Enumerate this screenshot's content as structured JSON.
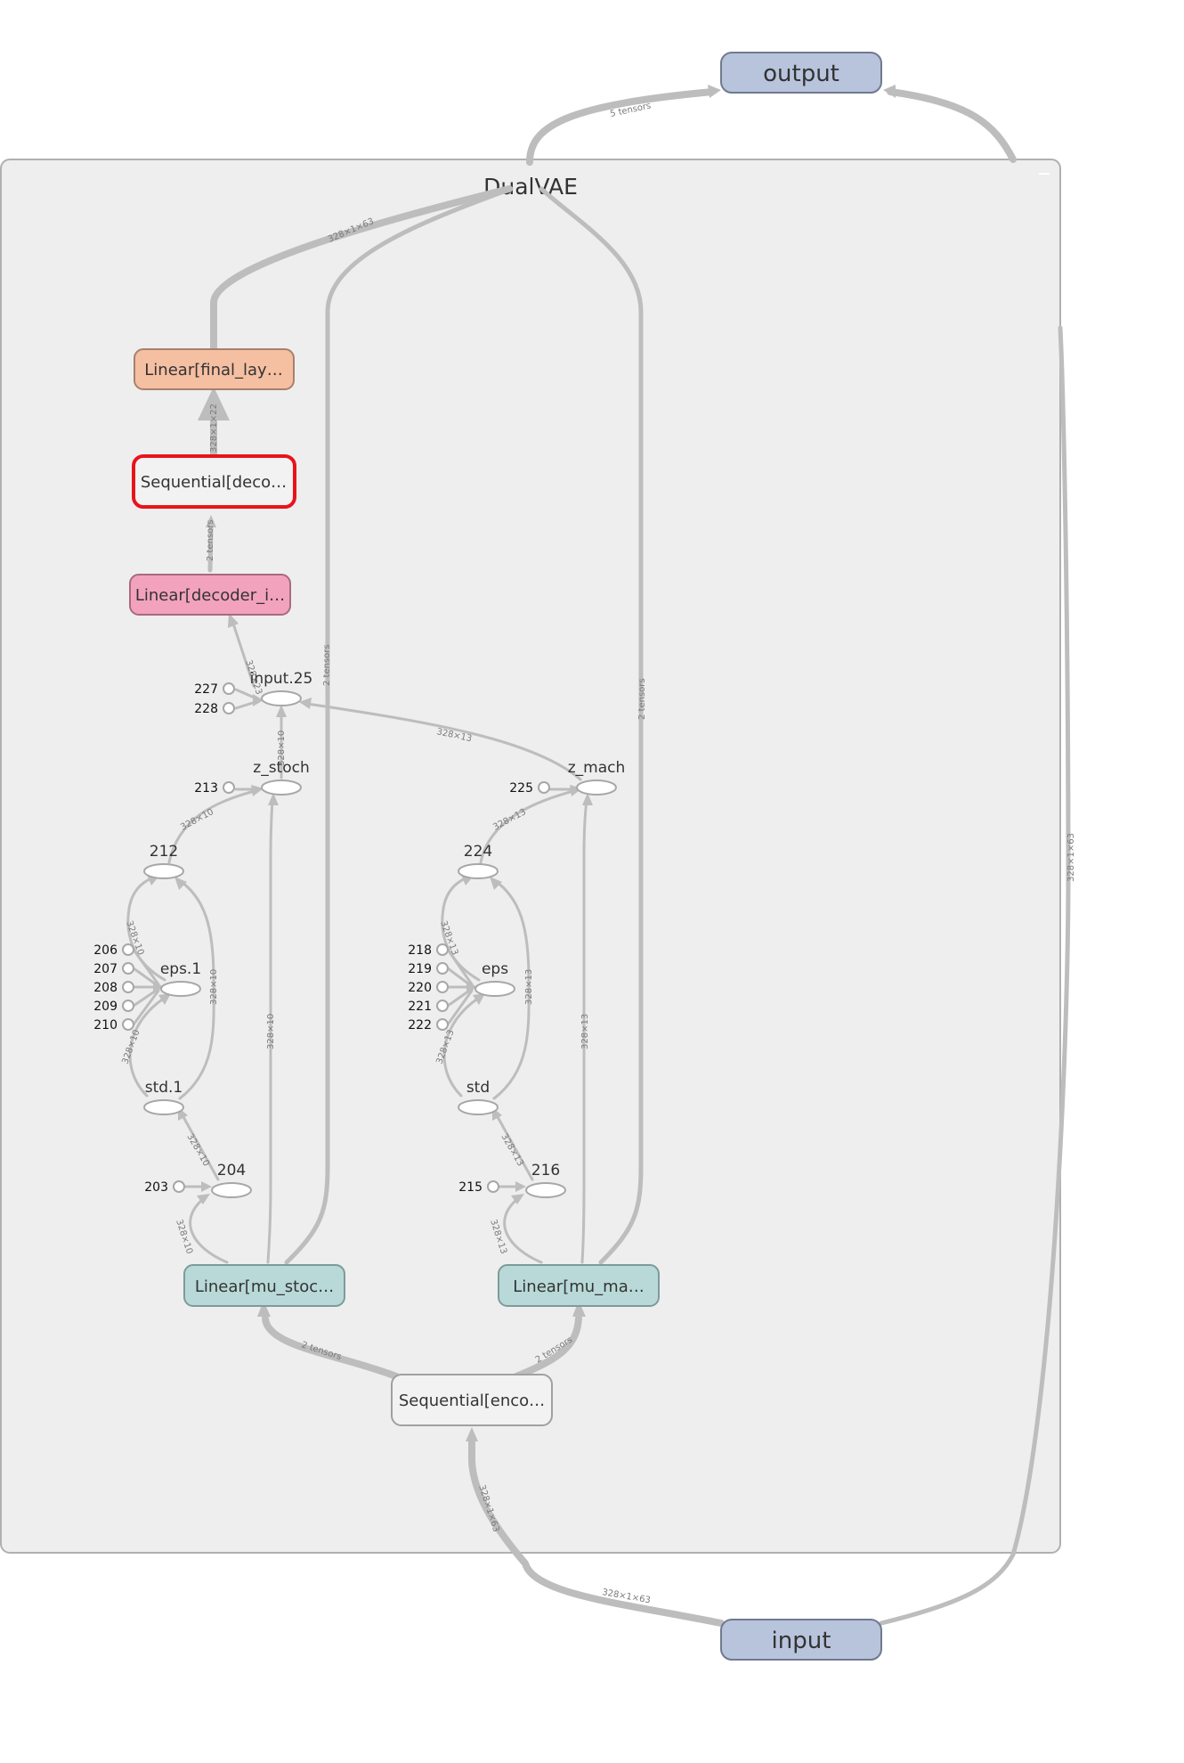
{
  "colors": {
    "io_node": "#b8c3dc",
    "final_layer": "#f5bfa2",
    "decoder_input": "#f3a2be",
    "encoder_linear": "#b8d9d8",
    "plain_module": "#f2f2f2",
    "selected_outline": "#e8141b",
    "group_bg": "#eeeeee",
    "edge": "#bdbdbd"
  },
  "graph": {
    "group_title": "DualVAE",
    "output_node": "output",
    "input_node": "input",
    "modules": {
      "final_layer": "Linear[final_lay…",
      "decoder": "Sequential[deco…",
      "decoder_input": "Linear[decoder_i…",
      "mu_stoch": "Linear[mu_stoc…",
      "mu_mach": "Linear[mu_ma…",
      "encoder": "Sequential[enco…"
    },
    "ops": {
      "input25": "input.25",
      "z_stoch": "z_stoch",
      "z_mach": "z_mach",
      "n212": "212",
      "n224": "224",
      "eps1": "eps.1",
      "eps": "eps",
      "std1": "std.1",
      "std": "std",
      "n204": "204",
      "n216": "216"
    },
    "constants": {
      "c227": "227",
      "c228": "228",
      "c213": "213",
      "c225": "225",
      "c206": "206",
      "c207": "207",
      "c208": "208",
      "c209": "209",
      "c210": "210",
      "c218": "218",
      "c219": "219",
      "c220": "220",
      "c221": "221",
      "c222": "222",
      "c203": "203",
      "c215": "215"
    },
    "edge_labels": {
      "to_output": "5 tensors",
      "final_to_out": "328×1×63",
      "decoder_to_final": "328×1×22",
      "decin_to_decoder": "2 tensors",
      "input25_to_decin": "328×23",
      "stoch_passthrough": "2 tensors",
      "mach_passthrough": "2 tensors",
      "zmach_to_input25": "328×13",
      "zstoch_to_input25": "328×10",
      "n212_to_zstoch": "328×10",
      "n224_to_zmach": "328×13",
      "right_bypass": "328×1×63",
      "eps1_to_212": "328×10",
      "std1_to_212": "328×10",
      "std1_to_eps1": "328×10",
      "eps_to_224": "328×13",
      "std_to_224": "328×13",
      "std_to_eps": "328×13",
      "n204_to_std1": "328×10",
      "n216_to_std": "328×13",
      "mustoch_to_zstoch": "328×10",
      "mumach_to_zmach": "328×13",
      "mustoch_to_204": "328×10",
      "mumach_to_216": "328×13",
      "enc_to_mustoch": "2 tensors",
      "enc_to_mumach": "2 tensors",
      "input_to_enc": "328×1×63",
      "input_to_group": "328×1×63"
    }
  }
}
